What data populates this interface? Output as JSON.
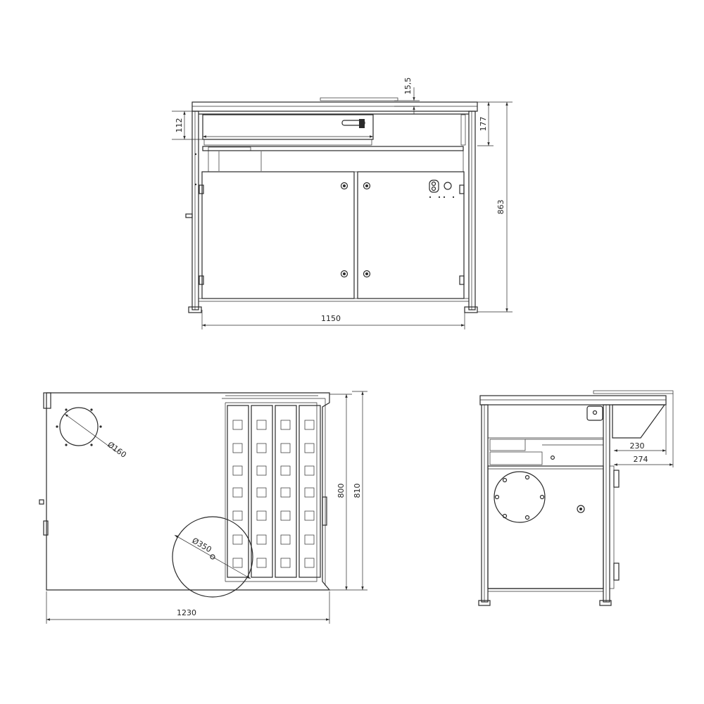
{
  "views": {
    "front": {
      "dimensions": {
        "overall_height": "863",
        "width": "1150",
        "drawer_top": "177",
        "drawer_height": "112",
        "top_offset": "15,5"
      }
    },
    "top": {
      "dimensions": {
        "length": "1230",
        "depth_inner": "800",
        "depth_outer": "810",
        "duct_small": "Ø160",
        "duct_large": "Ø350"
      }
    },
    "side": {
      "dimensions": {
        "overhang_1": "230",
        "overhang_2": "274"
      }
    }
  }
}
